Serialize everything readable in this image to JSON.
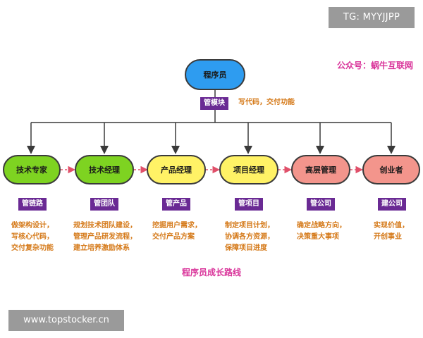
{
  "watermarks": {
    "top_right": "TG: MYYJJPP",
    "bottom_left": "www.topstocker.cn"
  },
  "account": "公众号：蜗牛互联网",
  "root": {
    "label": "程序员",
    "tag": "管模块",
    "note": "写代码，交付功能"
  },
  "stages": [
    {
      "label": "技术专家",
      "tag": "管链路",
      "desc": "做架构设计，\n写核心代码，\n交付复杂功能"
    },
    {
      "label": "技术经理",
      "tag": "管团队",
      "desc": "规划技术团队建设，\n管理产品研发流程，\n建立培养激励体系"
    },
    {
      "label": "产品经理",
      "tag": "管产品",
      "desc": "挖掘用户需求，\n交付产品方案"
    },
    {
      "label": "项目经理",
      "tag": "管项目",
      "desc": "制定项目计划，\n协调各方资源，\n保障项目进度"
    },
    {
      "label": "高层管理",
      "tag": "管公司",
      "desc": "确定战略方向，\n决策重大事项"
    },
    {
      "label": "创业者",
      "tag": "建公司",
      "desc": "实现价值，\n开创事业"
    }
  ],
  "caption": "程序员成长路线",
  "colors": {
    "root": "#2e9cf0",
    "stage_fills": [
      "#7ed321",
      "#7ed321",
      "#fff266",
      "#fff266",
      "#f3958c",
      "#f3958c"
    ],
    "tag": "#6a2a94",
    "note_text": "#d57a1a",
    "accent_pink": "#d9349a",
    "dashed_arrow": "#e0506a"
  }
}
